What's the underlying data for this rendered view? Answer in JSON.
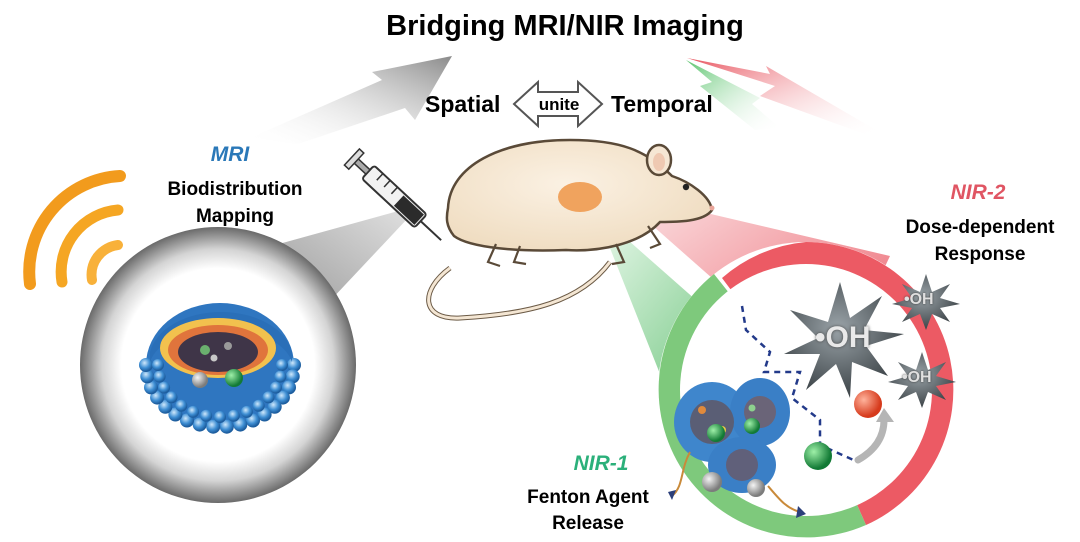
{
  "title": "Bridging MRI/NIR Imaging",
  "bridge": {
    "left": "Spatial",
    "connector": "unite",
    "right": "Temporal"
  },
  "mri": {
    "label": "MRI",
    "line1": "Biodistribution",
    "line2": "Mapping"
  },
  "nir2": {
    "label": "NIR-2",
    "line1": "Dose-dependent",
    "line2": "Response"
  },
  "nir1": {
    "label": "NIR-1",
    "line1": "Fenton Agent",
    "line2": "Release"
  },
  "radicals": {
    "big": "•OH",
    "small1": "•OH",
    "small2": "•OH"
  },
  "colors": {
    "mri": "#2a78b8",
    "nir2": "#e05563",
    "nir1": "#2bb07a",
    "signal": "#f5a623"
  }
}
